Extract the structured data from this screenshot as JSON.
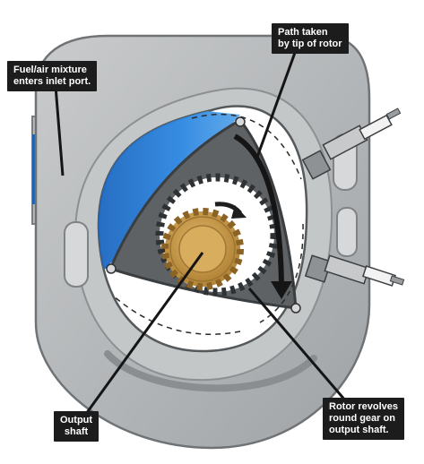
{
  "labels": {
    "fuel_air": "Fuel/air mixture\nenters inlet port.",
    "path_taken": "Path taken\nby tip of rotor",
    "output_shaft": "Output\nshaft",
    "rotor_revolves": "Rotor revolves\nround gear on\noutput shaft."
  },
  "colors": {
    "housing": "#b6b9ba",
    "housing_dark": "#7d8184",
    "chamber": "#ffffff",
    "fuel_mixture": "#1d6fd0",
    "rotor": "#626567",
    "output_gear": "#cc9d4a",
    "callout_bg": "#1c1c1c",
    "arrow": "#202020"
  },
  "icons": {
    "spark_plugs": "spark-plug-icon",
    "rotation_arrow": "rotation-arrow-icon"
  }
}
